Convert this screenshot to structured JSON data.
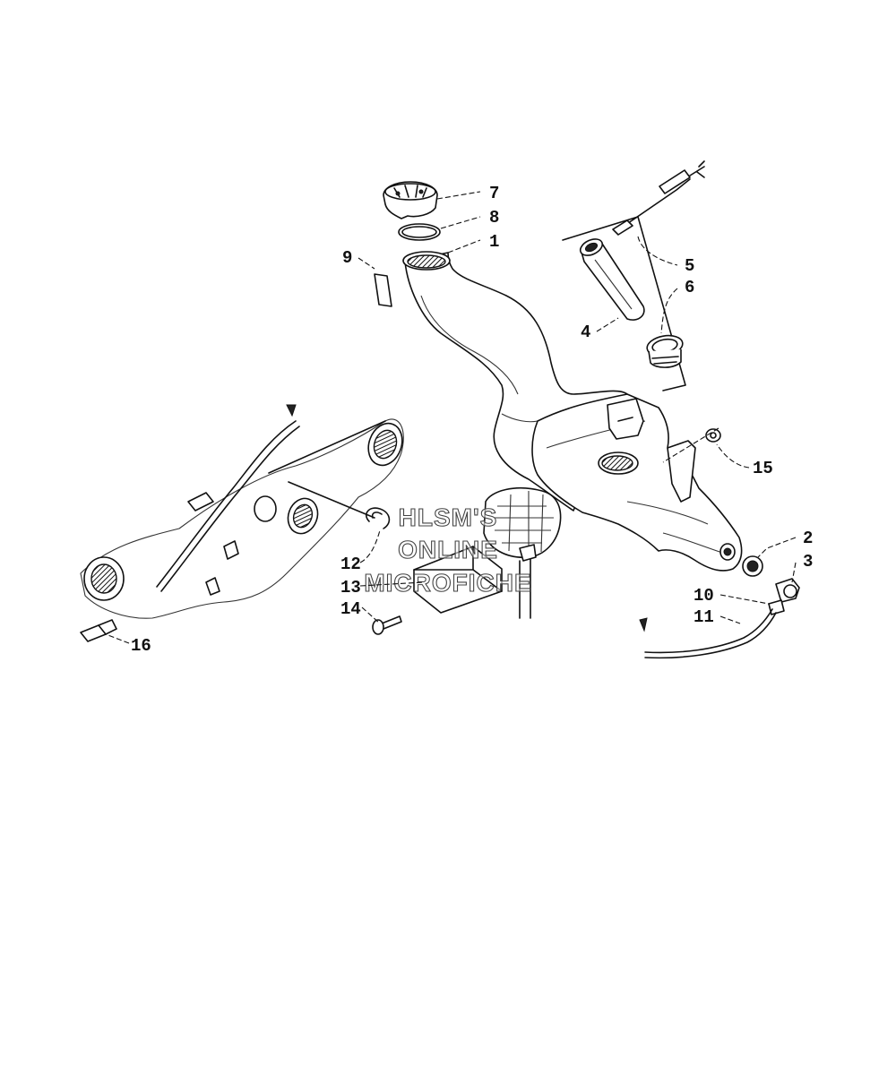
{
  "callouts": {
    "c1": "1",
    "c2": "2",
    "c3": "3",
    "c4": "4",
    "c5": "5",
    "c6": "6",
    "c7": "7",
    "c8": "8",
    "c9": "9",
    "c10": "10",
    "c11": "11",
    "c12": "12",
    "c13": "13",
    "c14": "14",
    "c15": "15",
    "c16": "16"
  },
  "watermark": {
    "line1": "HLSM'S",
    "line2": "ONLINE",
    "line3": "MICROFICHE"
  }
}
